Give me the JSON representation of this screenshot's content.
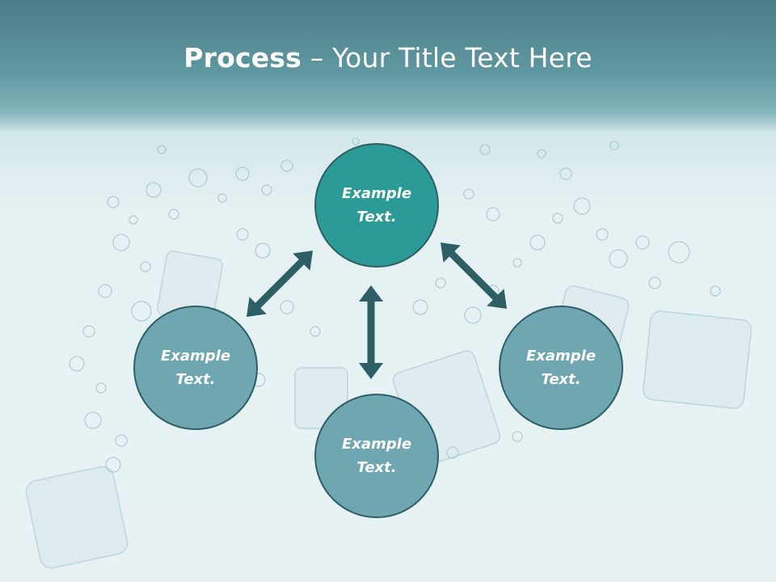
{
  "slide": {
    "title_bold": "Process",
    "title_sep": " – ",
    "title_rest": "Your Title Text Here"
  },
  "nodes": [
    {
      "id": "top",
      "line1": "Example",
      "line2": "Text."
    },
    {
      "id": "left",
      "line1": "Example",
      "line2": "Text."
    },
    {
      "id": "right",
      "line1": "Example",
      "line2": "Text."
    },
    {
      "id": "bottom",
      "line1": "Example",
      "line2": "Text."
    }
  ],
  "colors": {
    "header": "#5f98a2",
    "main_circle": "#2c9a97",
    "side_circle": "#6ea7b1",
    "arrow": "#2f5f66",
    "text": "#ffffff"
  },
  "icons": {
    "arrow": "double-headed-arrow",
    "background": "ice-cubes-and-bubbles"
  }
}
